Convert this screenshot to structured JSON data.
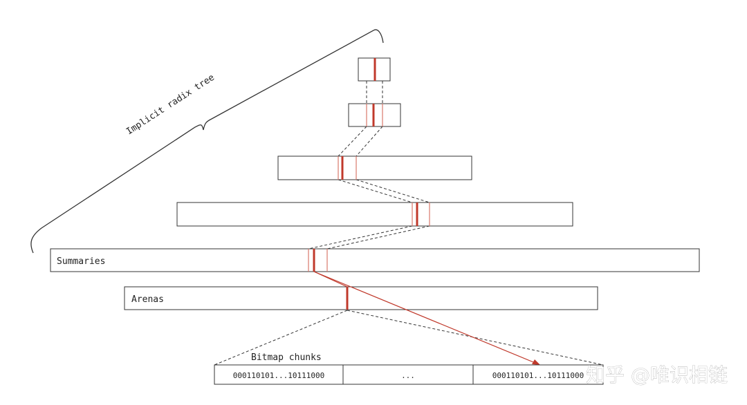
{
  "diagram": {
    "brace_label": "Implicit radix tree",
    "levels": [
      {
        "label": ""
      },
      {
        "label": ""
      },
      {
        "label": ""
      },
      {
        "label": ""
      },
      {
        "label": "Summaries"
      },
      {
        "label": "Arenas"
      }
    ],
    "bitmap_title": "Bitmap chunks",
    "chunks": [
      {
        "text": "000110101...10111000"
      },
      {
        "text": "..."
      },
      {
        "text": "000110101...10111000"
      }
    ],
    "watermark": "知乎 @唯识相链",
    "colors": {
      "stroke": "#333333",
      "accent": "#c0392b",
      "accent_light": "#d9776b"
    }
  }
}
